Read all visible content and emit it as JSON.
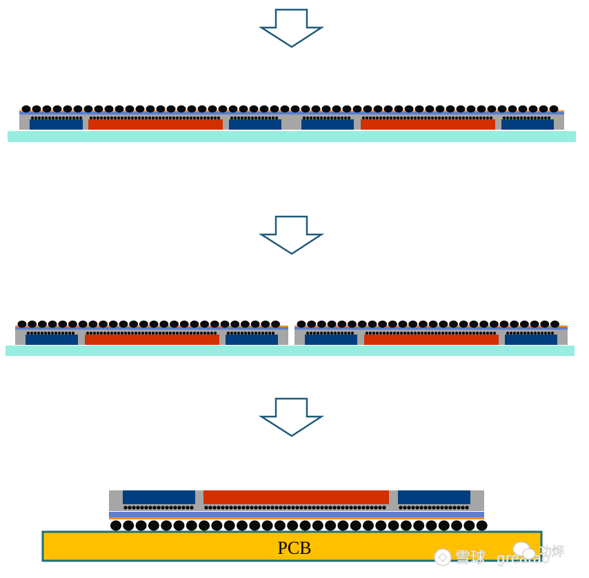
{
  "pcb": {
    "label": "PCB"
  },
  "watermark": {
    "site": "雪球",
    "handle": "greatao",
    "author": "功烨"
  },
  "colors": {
    "arrow_stroke": "#1f5a7a",
    "carrier": "#96ede0",
    "mold": "#a6a6a6",
    "die_blue": "#003f7f",
    "die_red": "#d23000",
    "rdl": "#5b7fd1",
    "rdl_orange": "#ff8c28",
    "bump": "#0a0a0a",
    "pcb_fill": "#ffc000",
    "pcb_border": "#1f6f7a"
  }
}
